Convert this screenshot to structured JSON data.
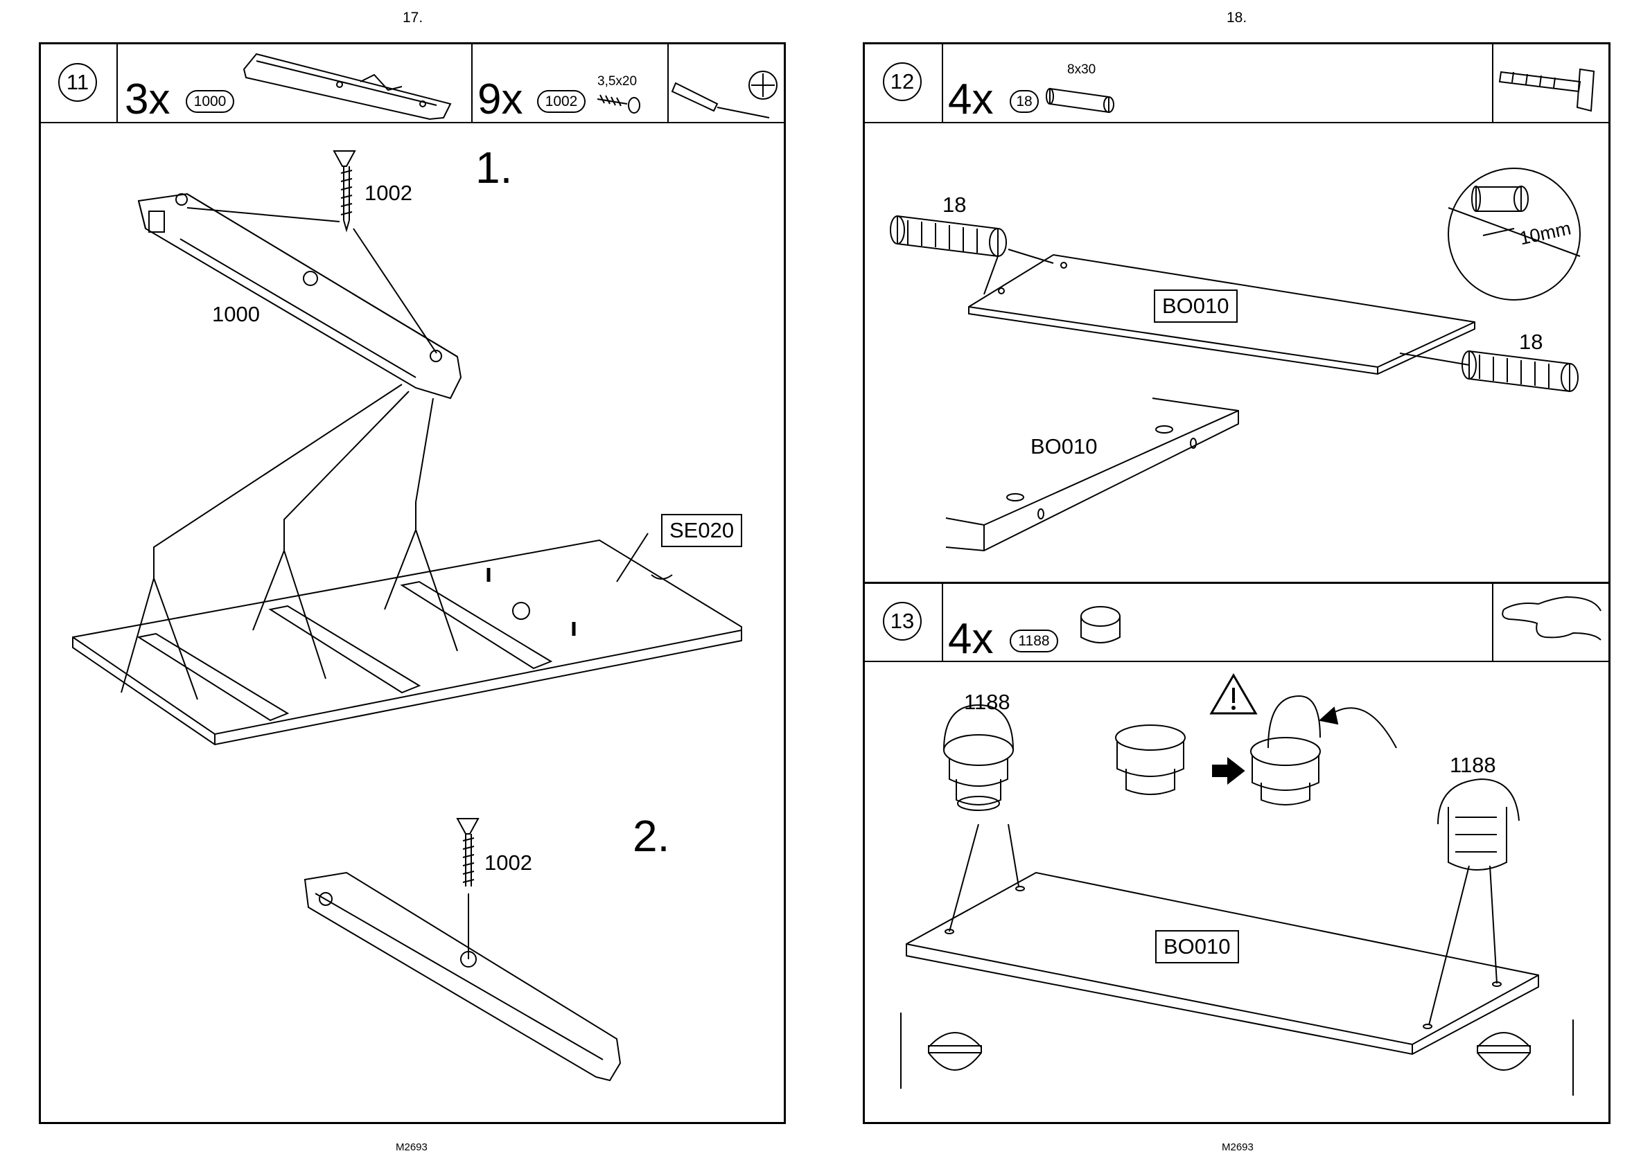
{
  "pages": [
    {
      "number": "17.",
      "code": "M2693"
    },
    {
      "number": "18.",
      "code": "M2693"
    }
  ],
  "step11": {
    "step": "11",
    "part1": {
      "qty": "3x",
      "id": "1000"
    },
    "part2": {
      "qty": "9x",
      "id": "1002",
      "size": "3,5x20"
    },
    "sub1": "1.",
    "sub2": "2.",
    "labels": {
      "screw_top": "1002",
      "rail": "1000",
      "panel": "SE020",
      "screw_bottom": "1002"
    }
  },
  "step12": {
    "step": "12",
    "part": {
      "qty": "4x",
      "id": "18",
      "size": "8x30"
    },
    "labels": {
      "dowel_left": "18",
      "dowel_right": "18",
      "panel_top": "BO010",
      "panel_bottom": "BO010",
      "depth": "10mm"
    }
  },
  "step13": {
    "step": "13",
    "part": {
      "qty": "4x",
      "id": "1188"
    },
    "labels": {
      "cam_left": "1188",
      "cam_right": "1188",
      "panel": "BO010"
    }
  },
  "icons": [
    "screwdriver-icon",
    "phillips-head-icon",
    "hammer-icon",
    "hand-press-icon",
    "warning-icon"
  ]
}
